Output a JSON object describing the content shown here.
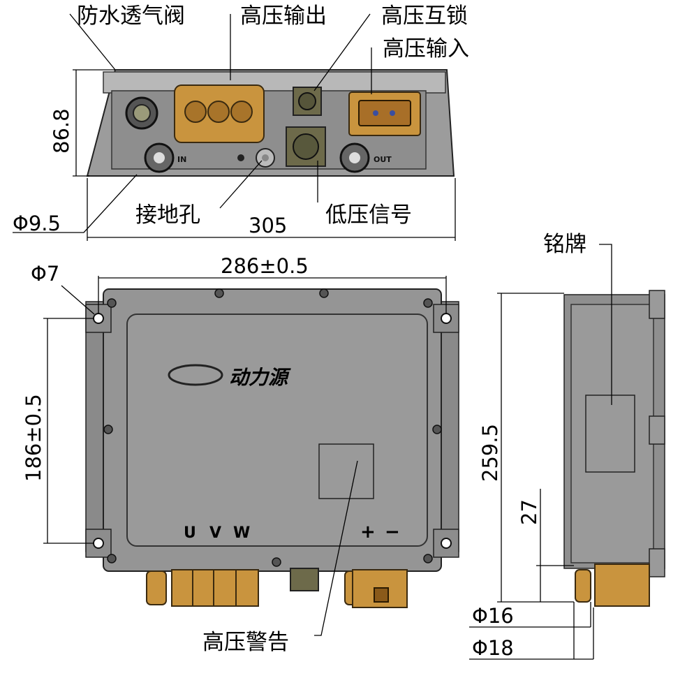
{
  "callouts": {
    "vent_valve": "防水透气阀",
    "hv_output": "高压输出",
    "hv_interlock": "高压互锁",
    "hv_input": "高压输入",
    "ground_hole": "接地孔",
    "lv_signal": "低压信号",
    "nameplate": "铭牌",
    "hv_warning": "高压警告"
  },
  "dimensions": {
    "height": "86.8",
    "hole_dia_front": "Φ9.5",
    "width_total": "305",
    "hole_dia_top": "Φ7",
    "hole_span_x": "286±0.5",
    "hole_span_y": "186±0.5",
    "length_side": "259.5",
    "offset_side": "27",
    "dia_inner": "Φ16",
    "dia_outer": "Φ18"
  },
  "panel_marks": {
    "port_in": "IN",
    "port_out": "OUT",
    "phase_u": "U",
    "phase_v": "V",
    "phase_w": "W",
    "plus": "+",
    "minus": "−",
    "brand": "动力源"
  }
}
